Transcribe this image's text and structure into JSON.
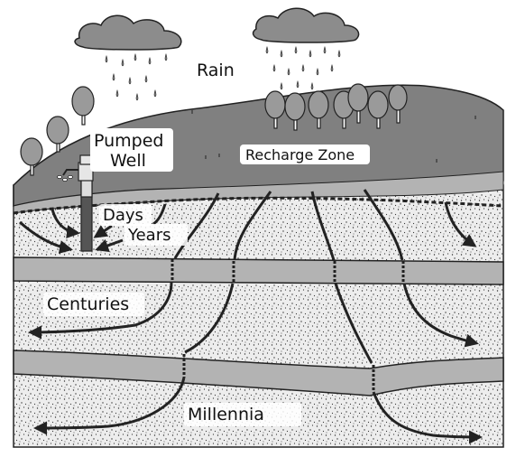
{
  "labels": {
    "rain": "Rain",
    "pumped": "Pumped",
    "well": "Well",
    "recharge_zone": "Recharge Zone",
    "days": "Days",
    "years": "Years",
    "centuries": "Centuries",
    "millennia": "Millennia"
  },
  "colors": {
    "ground": "#7f7f7f",
    "confining_layer": "#b3b3b3",
    "aquifer": "#e6e6e6",
    "cloud": "#8c8c8c",
    "tree": "#9a9a9a",
    "flow_line": "#222222"
  }
}
